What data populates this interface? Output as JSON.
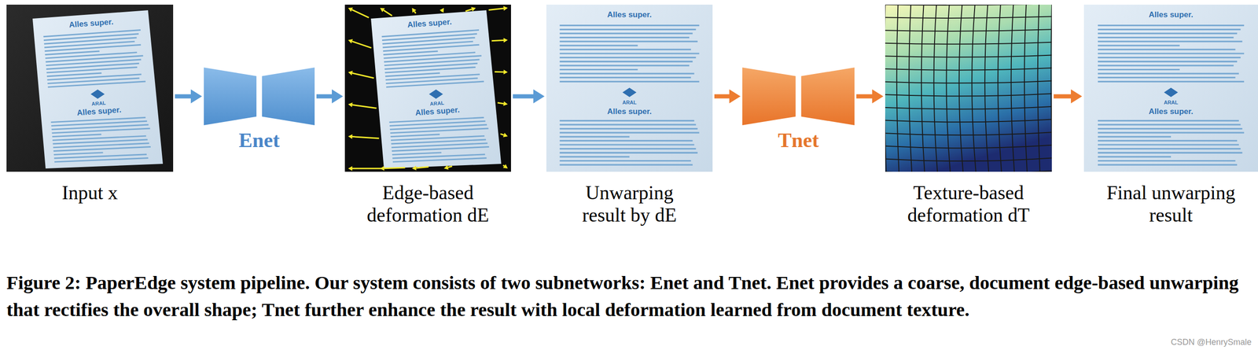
{
  "diagram": {
    "caption": "Figure 2: PaperEdge system pipeline. Our system consists of two subnetworks: Enet and Tnet. Enet provides a coarse, document edge-based unwarping that rectifies the overall shape; Tnet further enhance the result with local deformation learned from document texture.",
    "nodes": [
      {
        "text": [
          "Input x"
        ]
      },
      {
        "text": [
          "Enet"
        ]
      },
      {
        "text": [
          "Edge-based deformation dE"
        ]
      },
      {
        "text": [
          "Unwarping result by dE"
        ]
      },
      {
        "text": [
          "Tnet"
        ]
      },
      {
        "text": [
          "Texture-based deformation dT"
        ]
      },
      {
        "text": [
          "Final unwarping result"
        ]
      }
    ],
    "edges": [
      {
        "from": 0,
        "to": 1,
        "arrow": "to"
      },
      {
        "from": 1,
        "to": 2,
        "arrow": "to"
      },
      {
        "from": 2,
        "to": 3,
        "arrow": "to"
      },
      {
        "from": 3,
        "to": 4,
        "arrow": "to"
      },
      {
        "from": 4,
        "to": 5,
        "arrow": "to"
      },
      {
        "from": 5,
        "to": 6,
        "arrow": "to"
      }
    ],
    "labels": [
      "Alles super.",
      "ARAL",
      "Alles super.",
      "Alles super.",
      "ARAL",
      "Alles super.",
      "Alles super.",
      "ARAL",
      "Alles super.",
      "Alles super.",
      "ARAL",
      "Alles super.",
      "CSDN @HenrySmale"
    ]
  }
}
